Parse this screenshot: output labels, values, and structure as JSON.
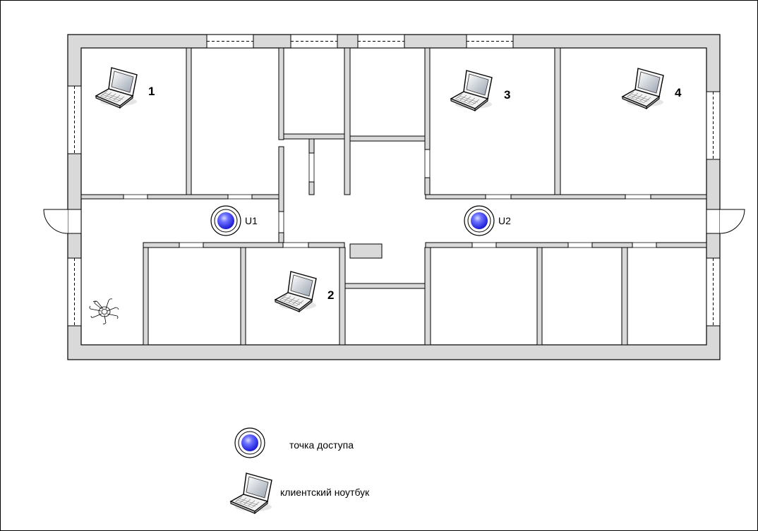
{
  "laptops": [
    {
      "label": "1"
    },
    {
      "label": "2"
    },
    {
      "label": "3"
    },
    {
      "label": "4"
    }
  ],
  "access_points": [
    {
      "label": "U1"
    },
    {
      "label": "U2"
    }
  ],
  "legend": {
    "access_point": "точка доступа",
    "laptop": "клиентский ноутбук"
  },
  "colors": {
    "wall": "#d9d9d9",
    "outline": "#000000",
    "ap_center": "#3333ff",
    "ap_ring": "#ffffff"
  },
  "icons": {
    "access_point": "access-point-icon",
    "laptop": "laptop-icon",
    "plant": "plant-icon"
  }
}
